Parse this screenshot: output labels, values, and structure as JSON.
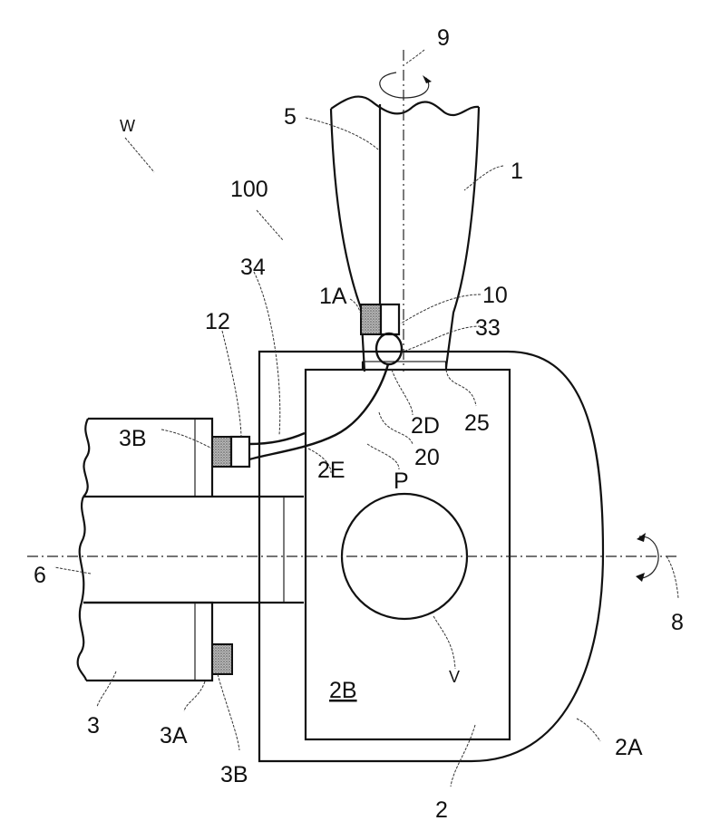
{
  "figure": {
    "labels": {
      "w": "W",
      "assembly": "100",
      "axis_vertical": "9",
      "axis_horizontal": "8",
      "shaft_line": "5",
      "spindle": "1",
      "spindle_end": "1A",
      "sensor_upper": "10",
      "wire_loop": "33",
      "wire_left": "34",
      "coupler": "12",
      "magnet_top": "3B",
      "magnet_bottom": "3B",
      "holder": "3",
      "holder_face": "3A",
      "shaft": "6",
      "gap": "25",
      "entry_point": "2D",
      "cable": "20",
      "exit_point": "2E",
      "point_p": "P",
      "body_inner": "2B",
      "bore": "V",
      "body": "2",
      "body_outer": "2A"
    },
    "colors": {
      "line": "#111111",
      "background": "#ffffff"
    }
  }
}
